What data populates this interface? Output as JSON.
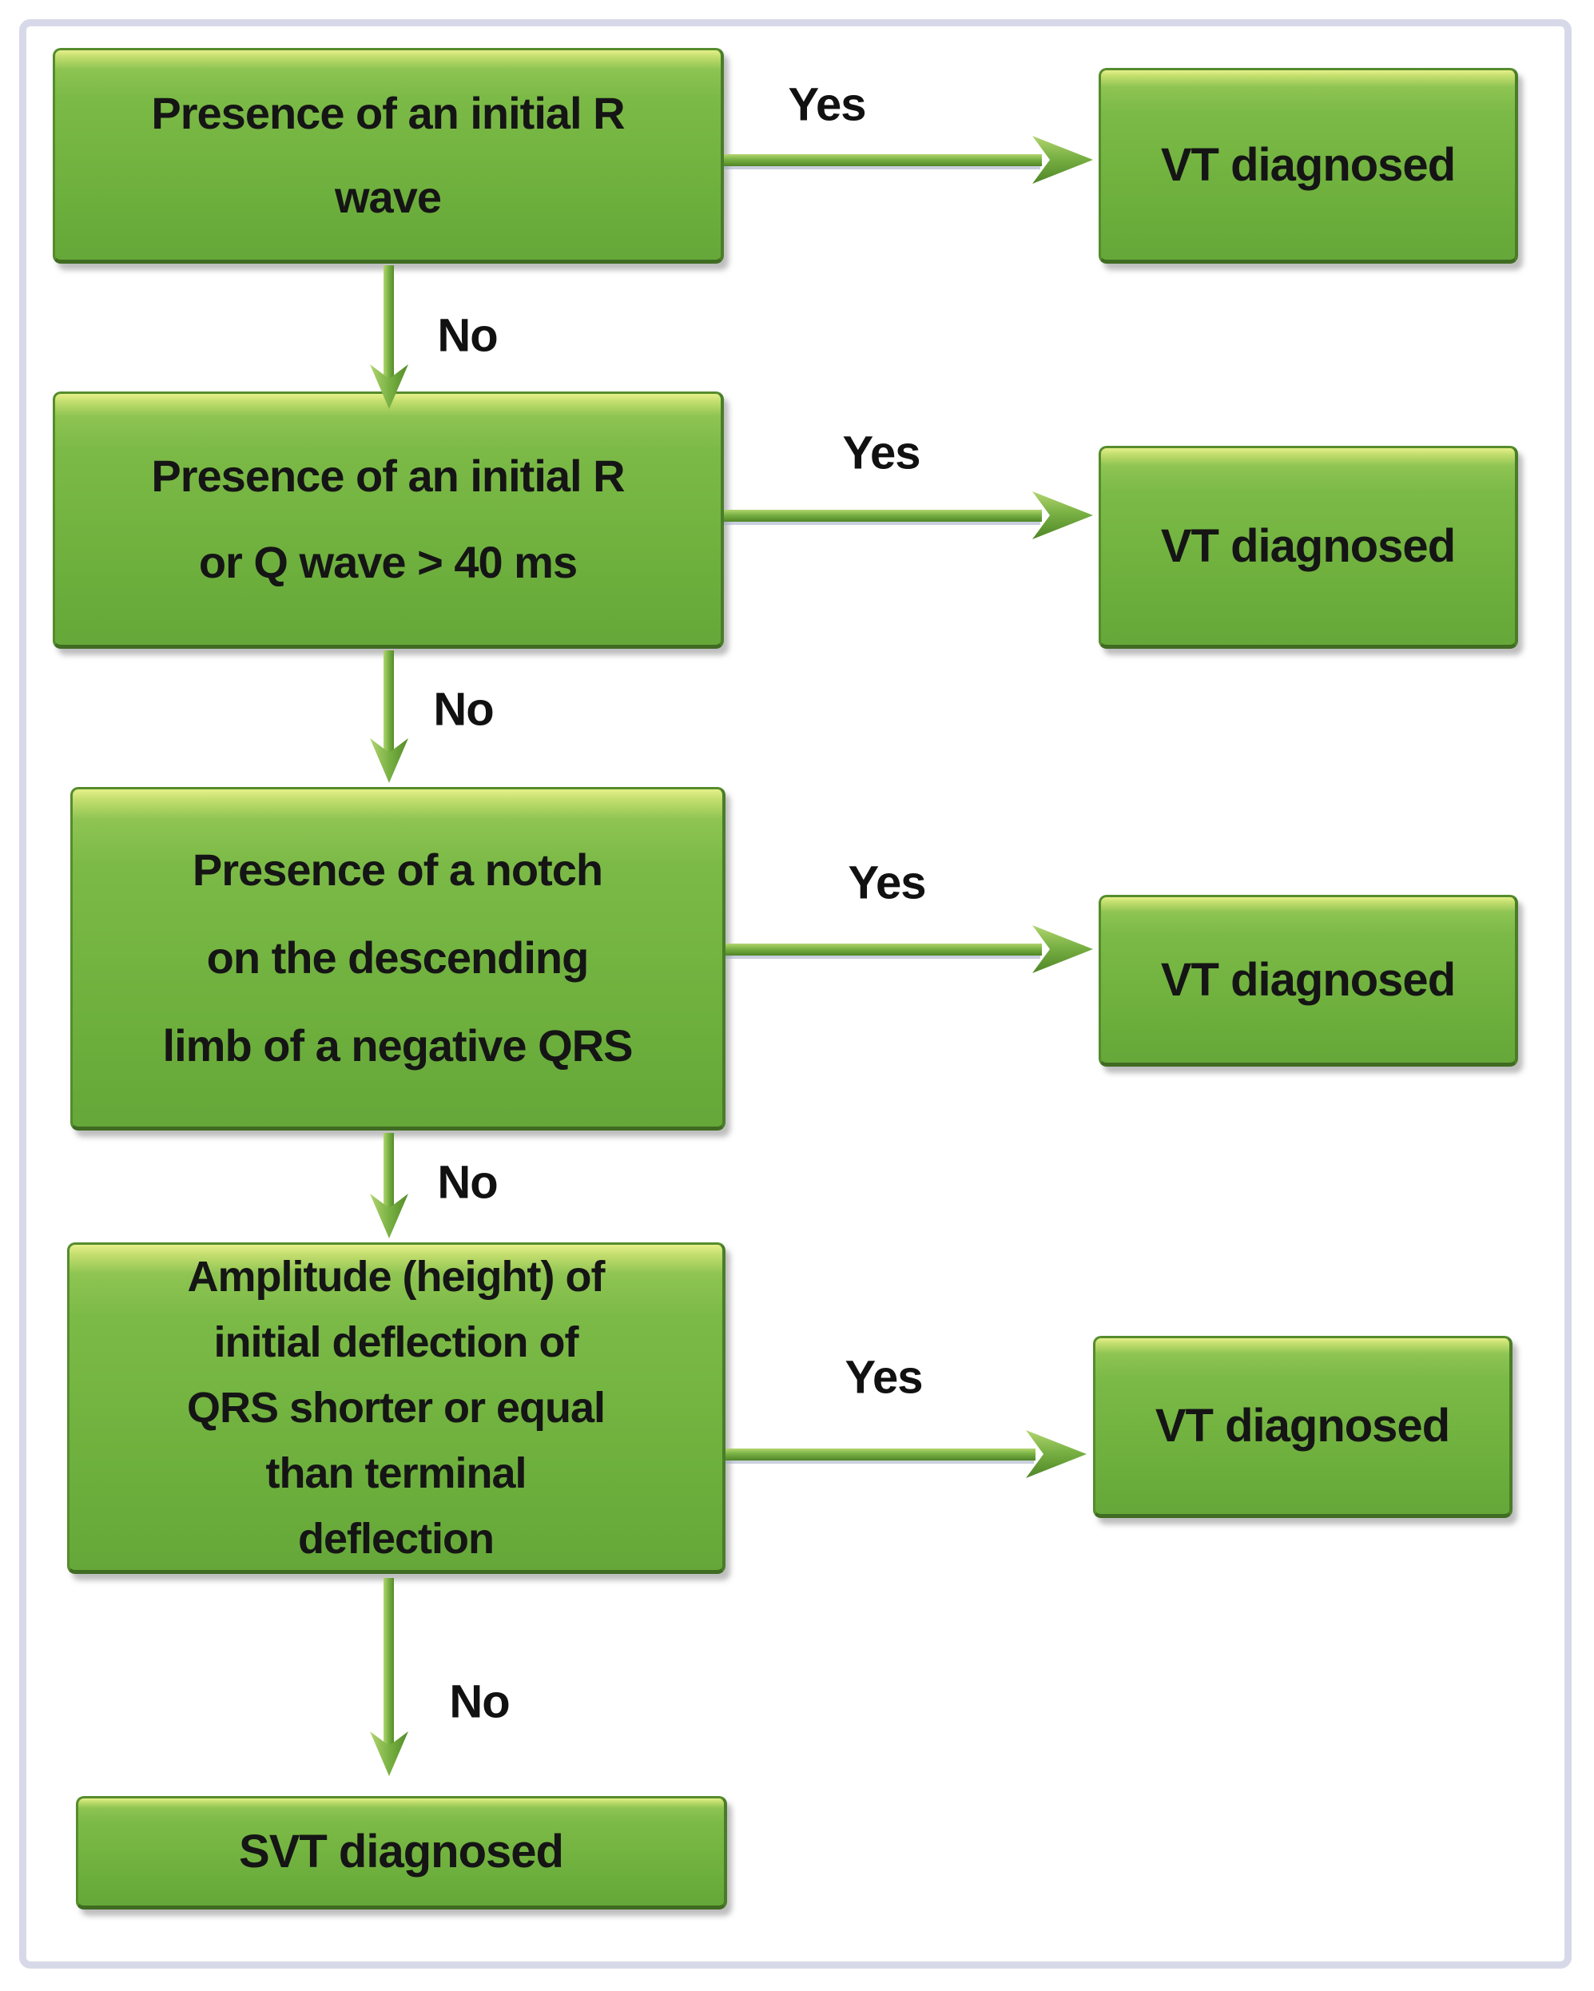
{
  "frame": {
    "border_color": "#d8d9e8"
  },
  "colors": {
    "box_green": "#72b340",
    "box_highlight": "#e6f08a",
    "box_border": "#4c8229",
    "arrow_green": "#74ab3e",
    "text": "#151515"
  },
  "flow": {
    "yes_label": "Yes",
    "no_label": "No",
    "vt_result": "VT diagnosed",
    "svt_result": "SVT diagnosed",
    "questions": [
      {
        "text": [
          "Presence of an initial R",
          "wave"
        ]
      },
      {
        "text": [
          "Presence of an initial R",
          "or Q wave > 40 ms"
        ]
      },
      {
        "text": [
          "Presence of a notch",
          "on the descending",
          "limb of a negative QRS"
        ]
      },
      {
        "text": [
          "Amplitude (height) of",
          "initial deflection of",
          "QRS shorter or equal",
          "than terminal",
          "deflection"
        ]
      }
    ]
  }
}
